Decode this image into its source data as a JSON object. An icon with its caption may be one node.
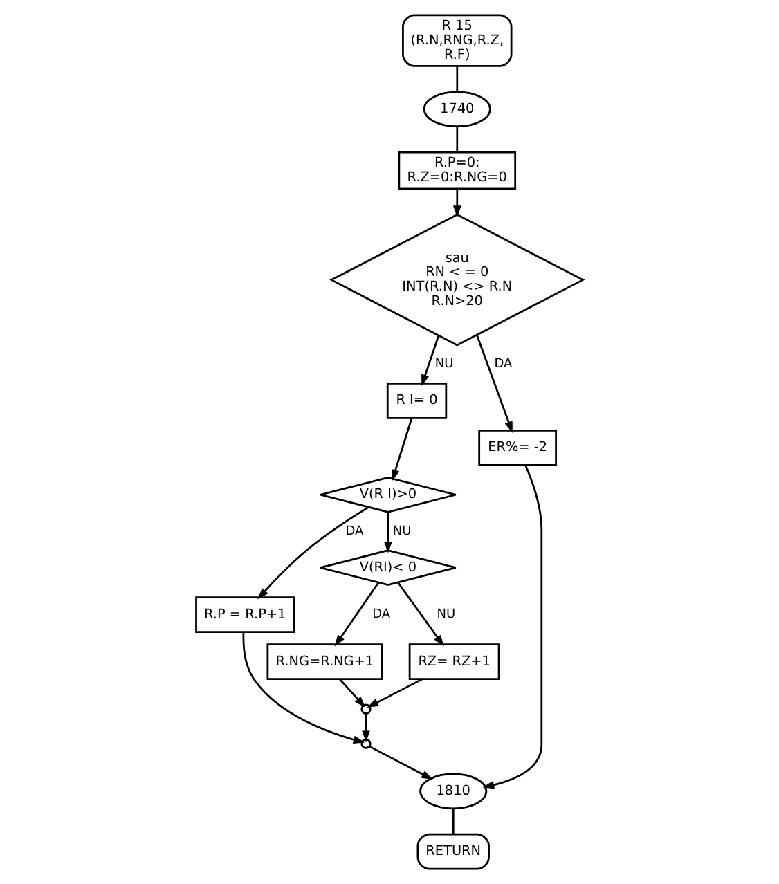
{
  "diagram": {
    "nodes": [
      {
        "text": [
          "R 15 (R.N,RNG,R.Z, R.F)"
        ]
      },
      {
        "text": [
          "1740"
        ]
      },
      {
        "text": [
          "R.P=0: R.Z=0:R.NG=0"
        ]
      },
      {
        "text": [
          "sau",
          "RN < = 0 INT(R.N) <> R.N R.N>20"
        ]
      },
      {
        "text": [
          "R I= 0"
        ]
      },
      {
        "text": [
          "ER%= -2"
        ]
      },
      {
        "text": [
          "V(R I)>0"
        ]
      },
      {
        "text": [
          "R.P = R.P+1"
        ]
      },
      {
        "text": [
          "V(RI)< 0"
        ]
      },
      {
        "text": [
          "R.NG=R.NG+1"
        ]
      },
      {
        "text": [
          "RZ= RZ+1"
        ]
      },
      {
        "text": [],
        "shape": "circle"
      },
      {
        "text": [],
        "shape": "circle"
      },
      {
        "text": [
          "1810"
        ]
      },
      {
        "text": [
          "RETURN"
        ]
      }
    ],
    "edges": [
      {
        "from": 0,
        "to": 1,
        "arrow": "none"
      },
      {
        "from": 1,
        "to": 2,
        "arrow": "none"
      },
      {
        "from": 2,
        "to": 3,
        "arrow": "to"
      },
      {
        "from": 3,
        "to": 4,
        "arrow": "to",
        "label": "NU"
      },
      {
        "from": 3,
        "to": 5,
        "arrow": "to",
        "label": "DA"
      },
      {
        "from": 4,
        "to": 6,
        "arrow": "to"
      },
      {
        "from": 6,
        "to": 7,
        "arrow": "to",
        "label": "DA"
      },
      {
        "from": 6,
        "to": 8,
        "arrow": "to",
        "label": "NU"
      },
      {
        "from": 8,
        "to": 9,
        "arrow": "to",
        "label": "DA"
      },
      {
        "from": 8,
        "to": 10,
        "arrow": "to",
        "label": "NU"
      },
      {
        "from": 9,
        "to": 11,
        "arrow": "to"
      },
      {
        "from": 10,
        "to": 11,
        "arrow": "to"
      },
      {
        "from": 7,
        "to": 12,
        "arrow": "to"
      },
      {
        "from": 11,
        "to": 12,
        "arrow": "to"
      },
      {
        "from": 12,
        "to": 13,
        "arrow": "to"
      },
      {
        "from": 5,
        "to": 13,
        "arrow": "to"
      },
      {
        "from": 13,
        "to": 14,
        "arrow": "none"
      }
    ]
  }
}
